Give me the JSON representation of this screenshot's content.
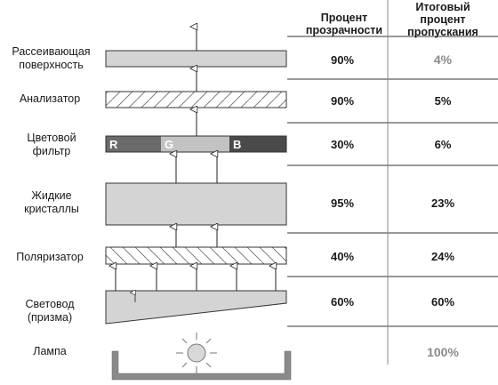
{
  "headers": {
    "transparency": "Процент прозрачности",
    "total": "Итоговый процент пропускания"
  },
  "layers": [
    {
      "label": "Рассеивающая поверхность",
      "transparency": "90%",
      "total": "4%"
    },
    {
      "label": "Анализатор",
      "transparency": "90%",
      "total": "5%"
    },
    {
      "label": "Цветовой фильтр",
      "transparency": "30%",
      "total": "6%"
    },
    {
      "label": "Жидкие кристаллы",
      "transparency": "95%",
      "total": "23%"
    },
    {
      "label": "Поляризатор",
      "transparency": "40%",
      "total": "24%"
    },
    {
      "label": "Световод (призма)",
      "transparency": "60%",
      "total": "60%"
    },
    {
      "label": "Лампа",
      "transparency": "",
      "total": "100%"
    }
  ],
  "filter_letters": {
    "r": "R",
    "g": "G",
    "b": "B"
  },
  "colors": {
    "panel_fill": "#d4d4d4",
    "filter_r": "#6b6b6b",
    "filter_g": "#c2c2c2",
    "filter_b": "#4a4a4a",
    "total_highlight": "#8a8a8a"
  }
}
